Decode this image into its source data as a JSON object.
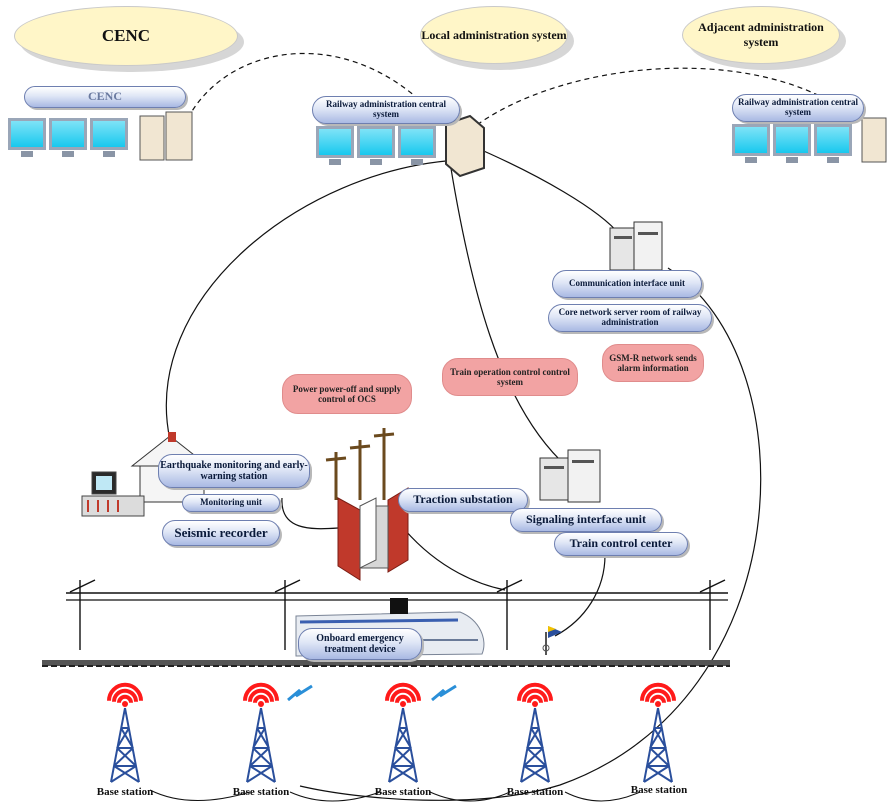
{
  "clouds": {
    "cenc": "CENC",
    "local": "Local administration system",
    "adjacent": "Adjacent administration system"
  },
  "labels": {
    "cenc_bar": "CENC",
    "rail_admin_local": "Railway administration central system",
    "rail_admin_adjacent": "Railway administration central system",
    "comm_interface": "Communication interface unit",
    "core_network": "Core network server room of railway administration",
    "gsmr": "GSM-R network sends alarm information",
    "train_op_control": "Train operation control control system",
    "power_off": "Power power-off and supply control of OCS",
    "earthquake_station": "Earthquake monitoring and early-warning station",
    "monitoring_unit": "Monitoring unit",
    "seismic_recorder": "Seismic recorder",
    "traction_substation": "Traction substation",
    "signaling_interface": "Signaling interface unit",
    "train_control_center": "Train control center",
    "onboard_device": "Onboard emergency treatment device"
  },
  "base_stations": [
    "Base station",
    "Base station",
    "Base station",
    "Base station",
    "Base station"
  ],
  "colors": {
    "cloud_fill": "#fff6c8",
    "pill_blue": "#a9b9e3",
    "alert_pink": "#f2a3a3",
    "tower_red": "#ff1a1a",
    "tower_blue": "#2a4f9c",
    "monitor_cyan": "#18c8ee"
  }
}
